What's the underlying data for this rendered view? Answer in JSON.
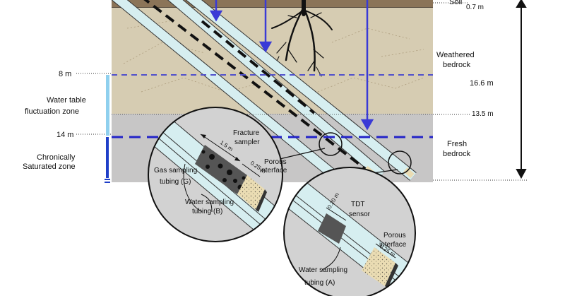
{
  "layers": {
    "soil": "Soil",
    "soil_depth": "0.7 m",
    "weathered": [
      "Weathered",
      "bedrock"
    ],
    "fresh": [
      "Fresh",
      "bedrock"
    ],
    "total_depth": "16.6 m",
    "fresh_top": "13.5 m"
  },
  "water_table": {
    "high": "8 m",
    "low": "14 m",
    "fluctuation_zone": [
      "Water table",
      "fluctuation zone"
    ],
    "saturated_zone": [
      "Chronically",
      "Saturated zone"
    ]
  },
  "inset_left": {
    "fracture_sampler": [
      "Fracture",
      "sampler"
    ],
    "sampler_length": "1.5 m",
    "interface_length": "0.25 m",
    "porous_interface": [
      "Porous",
      "interface"
    ],
    "gas_tubing": [
      "Gas sampling",
      "tubing (G)"
    ],
    "water_tubing": [
      "Water sampling",
      "tubing (B)"
    ]
  },
  "inset_right": {
    "tdt": [
      "TDT",
      "sensor"
    ],
    "tdt_length": "0.20 m",
    "interface_length": "0.25 m",
    "porous_interface": [
      "Porous",
      "interface"
    ],
    "water_tubing": [
      "Water sampling",
      "tubing (A)"
    ]
  },
  "colors": {
    "soil": "#8b7458",
    "weathered": "#d6ccb2",
    "fresh": "#c7c6c6",
    "pipe": "#d6eef0",
    "water_arrow": "#3a3ad6",
    "water_table_line": "#2323c8",
    "fluctuation_bar": "#8fd0ee",
    "saturated_bar": "#1f3fc8",
    "inset_bg": "#d2d2d2",
    "porous": "#eadcb3",
    "sensor": "#4a4a4a"
  }
}
